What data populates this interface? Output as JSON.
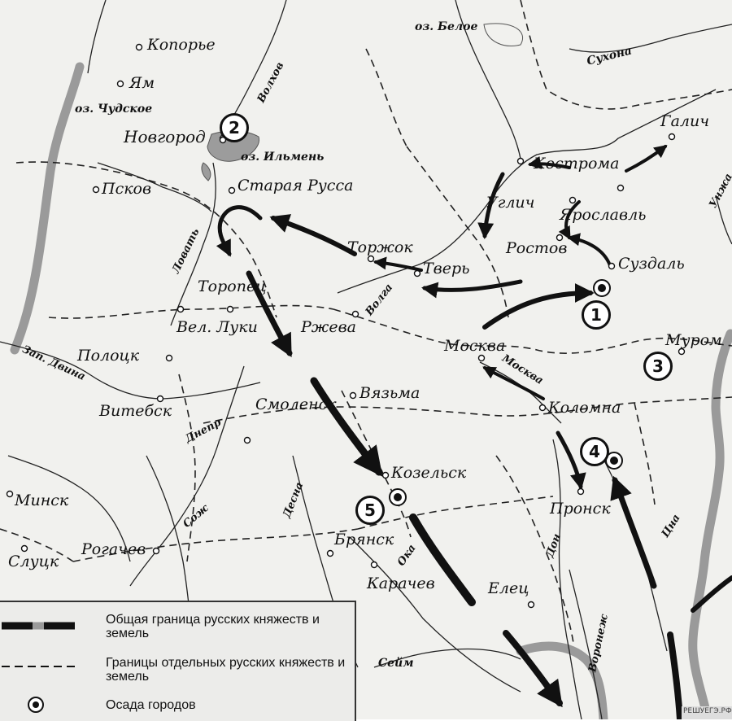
{
  "map": {
    "cities": [
      {
        "id": "koporye",
        "name": "Копорье"
      },
      {
        "id": "yam",
        "name": "Ям"
      },
      {
        "id": "novgorod",
        "name": "Новгород"
      },
      {
        "id": "pskov",
        "name": "Псков"
      },
      {
        "id": "staraya-russa",
        "name": "Старая Русса"
      },
      {
        "id": "toropets",
        "name": "Торопец"
      },
      {
        "id": "vel-luki",
        "name": "Вел. Луки"
      },
      {
        "id": "rzheva",
        "name": "Ржева"
      },
      {
        "id": "torzhok",
        "name": "Торжок"
      },
      {
        "id": "tver",
        "name": "Тверь"
      },
      {
        "id": "uglich",
        "name": "Углич"
      },
      {
        "id": "rostov",
        "name": "Ростов"
      },
      {
        "id": "kostroma",
        "name": "Кострома"
      },
      {
        "id": "yaroslavl",
        "name": "Ярославль"
      },
      {
        "id": "galich",
        "name": "Галич"
      },
      {
        "id": "suzdal",
        "name": "Суздаль"
      },
      {
        "id": "moskva",
        "name": "Москва"
      },
      {
        "id": "murom",
        "name": "Муром"
      },
      {
        "id": "kolomna",
        "name": "Коломна"
      },
      {
        "id": "pronsk",
        "name": "Пронск"
      },
      {
        "id": "polotsk",
        "name": "Полоцк"
      },
      {
        "id": "vitebsk",
        "name": "Витебск"
      },
      {
        "id": "smolensk",
        "name": "Смоленск"
      },
      {
        "id": "vyazma",
        "name": "Вязьма"
      },
      {
        "id": "kozelsk",
        "name": "Козельск"
      },
      {
        "id": "bryansk",
        "name": "Брянск"
      },
      {
        "id": "karachev",
        "name": "Карачев"
      },
      {
        "id": "elets",
        "name": "Елец"
      },
      {
        "id": "minsk",
        "name": "Минск"
      },
      {
        "id": "slutsk",
        "name": "Слуцк"
      },
      {
        "id": "rogachev",
        "name": "Рогачев"
      }
    ],
    "water": [
      {
        "id": "oz-beloe",
        "name": "оз. Белое"
      },
      {
        "id": "sukhona",
        "name": "Сухона"
      },
      {
        "id": "oz-chudskoe",
        "name": "оз. Чудское"
      },
      {
        "id": "oz-ilmen",
        "name": "оз. Ильмень"
      },
      {
        "id": "volkhov",
        "name": "Волхов"
      },
      {
        "id": "lovat",
        "name": "Ловать"
      },
      {
        "id": "volga",
        "name": "Волга"
      },
      {
        "id": "zap-dvina",
        "name": "Зап. Двина"
      },
      {
        "id": "moskva-river",
        "name": "Москва"
      },
      {
        "id": "dnepr",
        "name": "Днепр"
      },
      {
        "id": "sozh",
        "name": "Сож"
      },
      {
        "id": "desna",
        "name": "Десна"
      },
      {
        "id": "oka",
        "name": "Ока"
      },
      {
        "id": "don",
        "name": "Дон"
      },
      {
        "id": "tsna",
        "name": "Цна"
      },
      {
        "id": "voronezh",
        "name": "Воронеж"
      },
      {
        "id": "seym",
        "name": "Сейм"
      },
      {
        "id": "unzha",
        "name": "Унжа"
      }
    ],
    "markers": [
      "1",
      "2",
      "3",
      "4",
      "5"
    ],
    "colors": {
      "border": "#9a9a9a",
      "water": "#9c9c9c",
      "arrow": "#111111",
      "paper": "#f1f1ee"
    }
  },
  "legend": {
    "items": [
      {
        "label": "Общая граница русских княжеств и земель"
      },
      {
        "label": "Границы отдельных русских княжеств и земель"
      },
      {
        "label": "Осада городов"
      }
    ]
  },
  "credit": "РЕШУЕГЭ.РФ"
}
